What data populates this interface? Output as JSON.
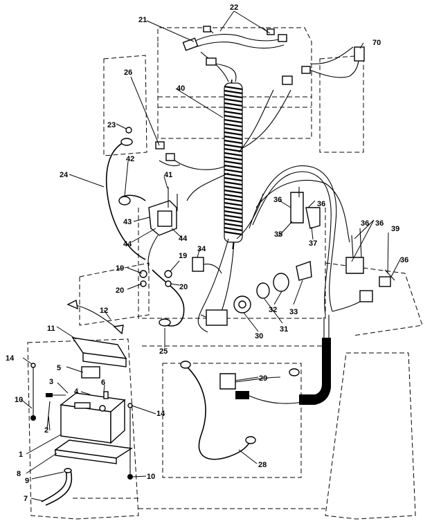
{
  "callouts": {
    "c1": "1",
    "c2": "2",
    "c3": "3",
    "c4": "4",
    "c5": "5",
    "c6": "6",
    "c7": "7",
    "c8": "8",
    "c9": "9",
    "c10a": "10",
    "c10b": "10",
    "c11": "11",
    "c12": "12",
    "c14a": "14",
    "c14b": "14",
    "c19a": "19",
    "c19b": "19",
    "c20a": "20",
    "c20b": "20",
    "c21": "21",
    "c22": "22",
    "c23": "23",
    "c24": "24",
    "c25": "25",
    "c26": "26",
    "c28": "28",
    "c29": "29",
    "c30": "30",
    "c31": "31",
    "c32": "32",
    "c33": "33",
    "c34": "34",
    "c35": "35",
    "c36a": "36",
    "c36b": "36",
    "c36c": "36",
    "c36d": "36",
    "c36e": "36",
    "c37": "37",
    "c39": "39",
    "c40": "40",
    "c41": "41",
    "c42": "42",
    "c43": "43",
    "c44a": "44",
    "c44b": "44",
    "c70": "70"
  },
  "colors": {
    "ink": "#000000",
    "paper": "#ffffff"
  }
}
